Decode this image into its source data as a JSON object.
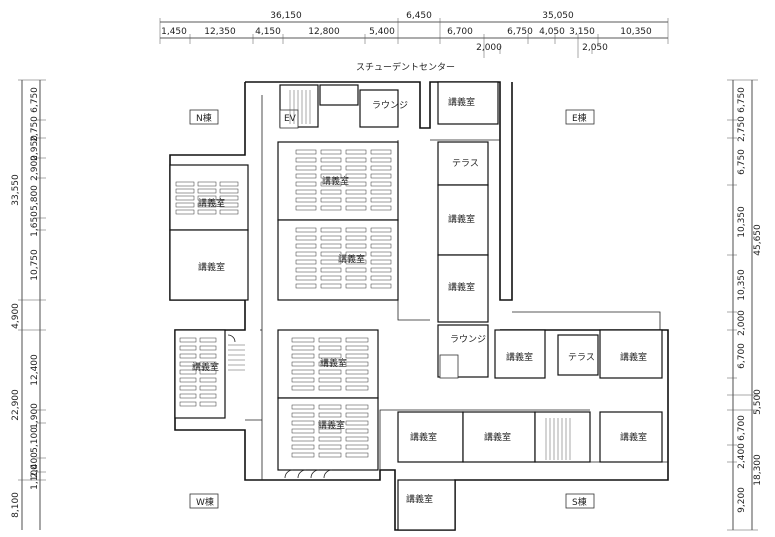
{
  "dimensions": {
    "top_total": [
      "36,150",
      "6,450",
      "35,050"
    ],
    "top_segments": [
      "1,450",
      "12,350",
      "4,150",
      "12,800",
      "5,400",
      "6,700",
      "6,750",
      "4,050",
      "3,150",
      "10,350"
    ],
    "top_sub": [
      "2,000",
      "2,050"
    ],
    "left_totals": [
      "33,550",
      "4,900",
      "22,900",
      "8,100"
    ],
    "left_segments": [
      "6,750",
      "2,750",
      "2,950",
      "2,900",
      "5,800",
      "1,650",
      "10,750",
      "12,400",
      "1,900",
      "5,100",
      "2,400",
      "1,100"
    ],
    "right_totals": [
      "45,650",
      "5,500",
      "18,300"
    ],
    "right_segments": [
      "6,750",
      "2,750",
      "6,750",
      "10,350",
      "10,350",
      "2,000",
      "6,700",
      "6,700",
      "2,400",
      "9,200"
    ]
  },
  "labels": {
    "student_center": "スチューデントセンター",
    "lounge": "ラウンジ",
    "ev": "EV",
    "lecture": "講義室",
    "terrace": "テラス"
  },
  "buildings": {
    "n": "N棟",
    "e": "E棟",
    "w": "W棟",
    "s": "S棟"
  }
}
